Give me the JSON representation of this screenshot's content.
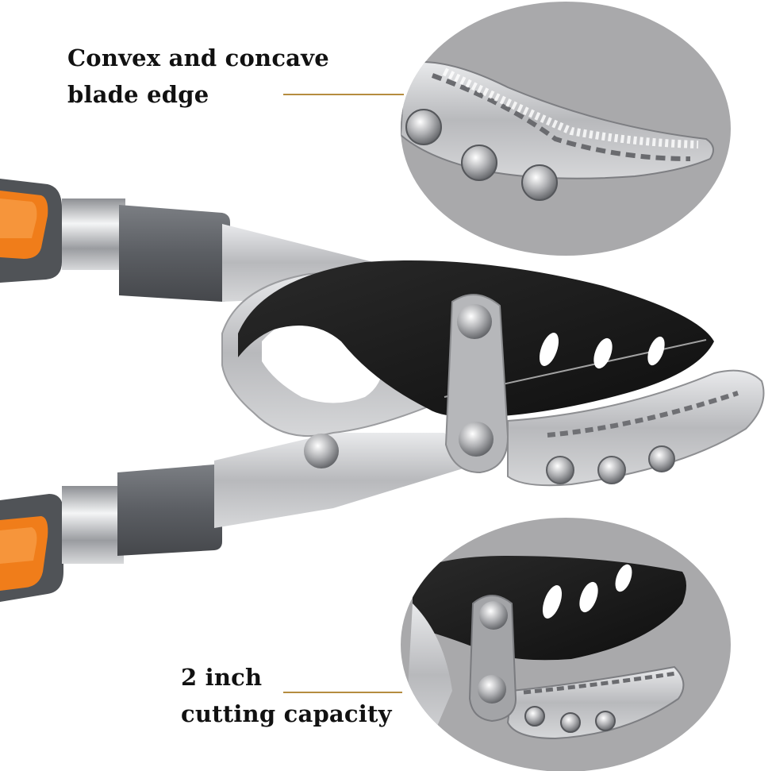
{
  "callouts": {
    "top": {
      "line1": "Convex and concave",
      "line2": "blade edge"
    },
    "bottom": {
      "line1": "2 inch",
      "line2": "cutting capacity"
    }
  },
  "colors": {
    "leader": "#b58c3f",
    "handle_orange": "#f07d1a",
    "handle_grey": "#5e6166",
    "blade_black": "#1d1d1d",
    "steel": "#c9cacc",
    "detail_circle": "#a9a9ab"
  }
}
